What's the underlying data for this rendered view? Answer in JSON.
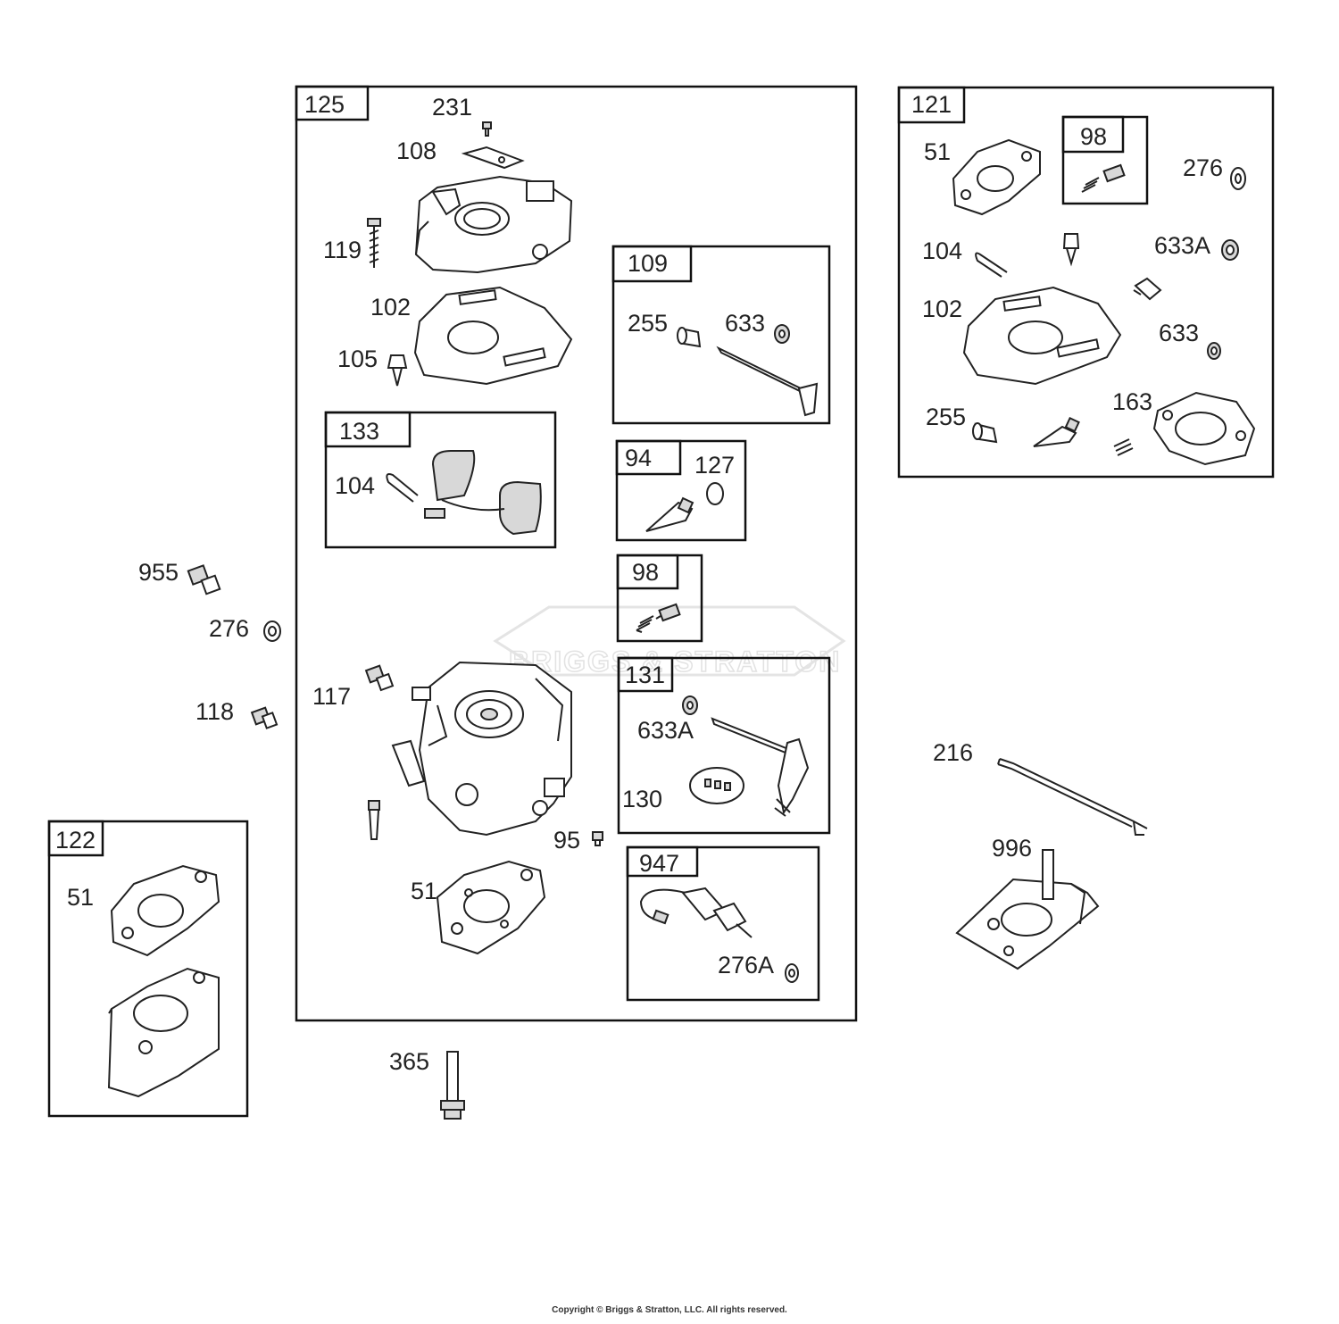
{
  "watermark": "BRIGGS & STRATTON",
  "copyright": "Copyright © Briggs & Stratton, LLC. All rights reserved.",
  "boxes": {
    "b125": "125",
    "b109": "109",
    "b133": "133",
    "b94": "94",
    "b98": "98",
    "b131": "131",
    "b947": "947",
    "b121": "121",
    "b98k": "98",
    "b122": "122"
  },
  "labels": {
    "p231": "231",
    "p108": "108",
    "p119": "119",
    "p102": "102",
    "p105": "105",
    "p255": "255",
    "p633": "633",
    "p104": "104",
    "p127": "127",
    "p117": "117",
    "p633A": "633A",
    "p130": "130",
    "p95": "95",
    "p51": "51",
    "p276A": "276A",
    "p955": "955",
    "p276": "276",
    "p118": "118",
    "p365": "365",
    "k51": "51",
    "k276": "276",
    "k104": "104",
    "k633A": "633A",
    "k102": "102",
    "k633": "633",
    "k255": "255",
    "k163": "163",
    "p216": "216",
    "p996": "996",
    "g51": "51"
  }
}
